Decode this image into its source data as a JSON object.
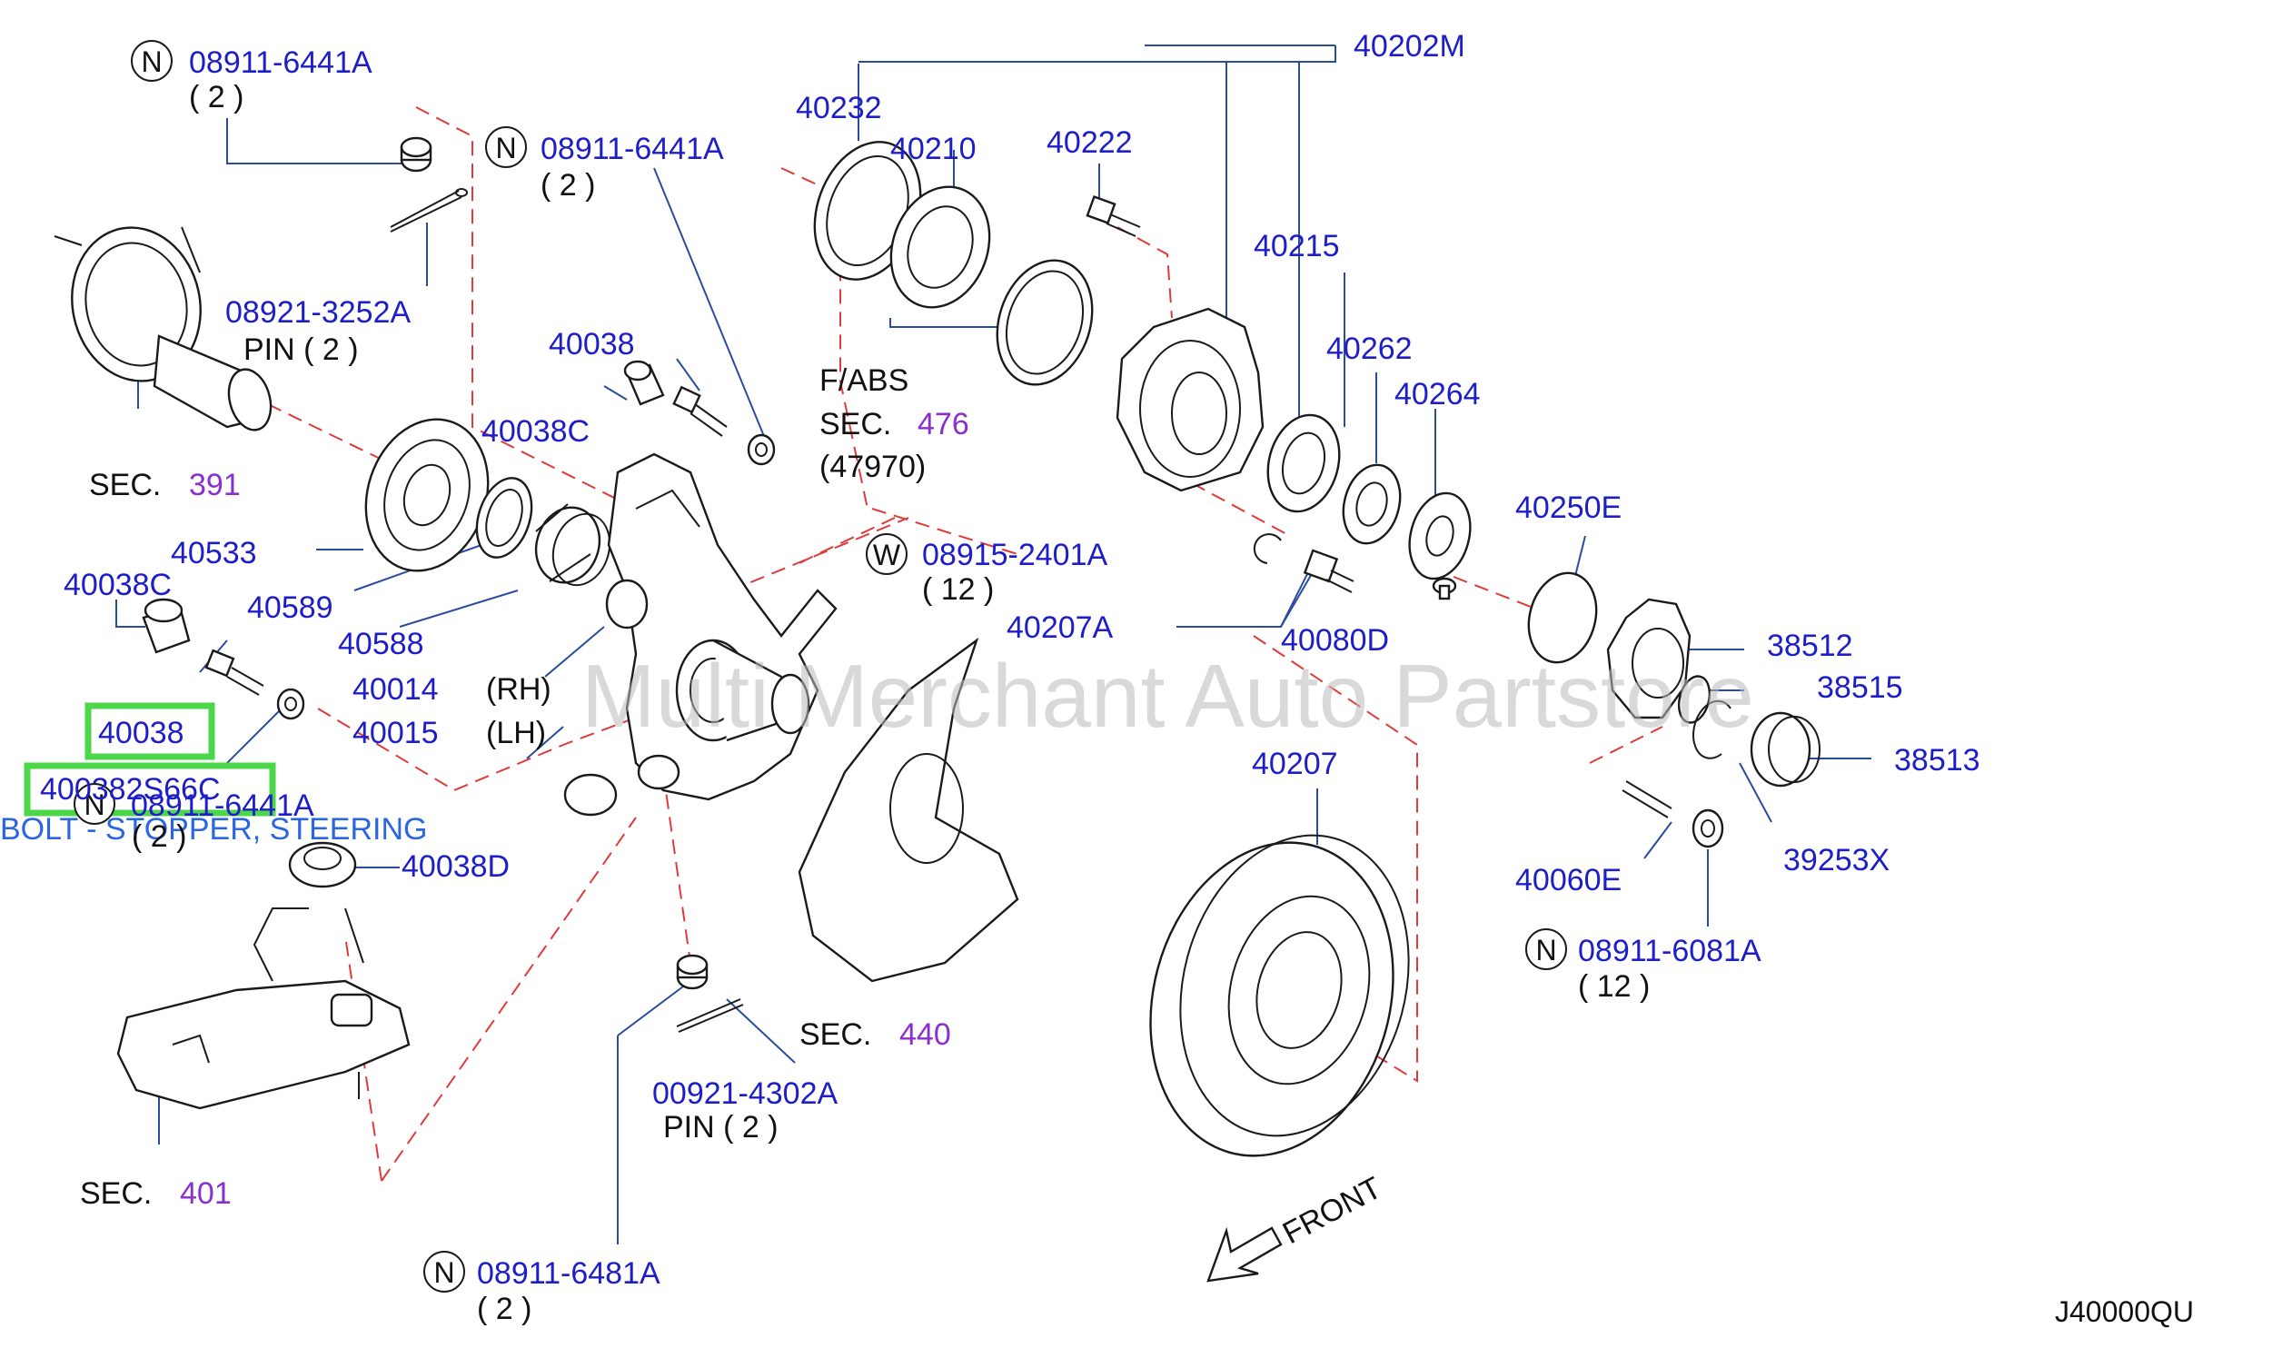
{
  "parts": {
    "p_n_08911_6441a_top": "08911-6441A",
    "p_qty2_a": "( 2 )",
    "p_n_08911_6441a_mid": "08911-6441A",
    "p_qty2_b": "( 2 )",
    "p_08921_3252a": "08921-3252A",
    "p_pin2_a": "PIN  ( 2 )",
    "p_40038_upper": "40038",
    "p_40038c_upper": "40038C",
    "p_40533": "40533",
    "p_40038c_lower": "40038C",
    "p_40589": "40589",
    "p_40588": "40588",
    "p_40014": "40014",
    "p_rh": "(RH)",
    "p_40015": "40015",
    "p_lh": "(LH)",
    "p_40038_hl": "40038",
    "p_400382s66c": "400382S66C",
    "p_n_08911_6441a_low": "08911-6441A",
    "p_qty2_c": "( 2 )",
    "p_40038d": "40038D",
    "p_40232": "40232",
    "p_40210": "40210",
    "p_40222": "40222",
    "p_40202m": "40202M",
    "p_40215": "40215",
    "p_40262": "40262",
    "p_40264": "40264",
    "p_fabs": "F/ABS",
    "p_47970": "(47970)",
    "p_w_08915_2401a": "08915-2401A",
    "p_qty12_a": "( 12 )",
    "p_40207a": "40207A",
    "p_40080d": "40080D",
    "p_40250e": "40250E",
    "p_38512": "38512",
    "p_38515": "38515",
    "p_38513": "38513",
    "p_39253x": "39253X",
    "p_40207": "40207",
    "p_40060e": "40060E",
    "p_n_08911_6081a": "08911-6081A",
    "p_qty12_b": "( 12 )",
    "p_00921_4302a": "00921-4302A",
    "p_pin2_b": "PIN  ( 2 )",
    "p_n_08911_6481a": "08911-6481A",
    "p_qty2_d": "( 2 )"
  },
  "sections": {
    "sec_word": "SEC.",
    "sec_391": "391",
    "sec_476": "476",
    "sec_440": "440",
    "sec_401": "401"
  },
  "badges": {
    "n": "N",
    "w": "W"
  },
  "annotation": {
    "bolt_name": "BOLT - STOPPER, STEERING"
  },
  "front_label": "FRONT",
  "diagram_code": "J40000QU",
  "watermark": "Multi Merchant Auto Partstore",
  "colors": {
    "part_number": "#1e1ec8",
    "section_number": "#8a2fcf",
    "highlight": "#4cd64a",
    "leader": "#2a4c9e",
    "dashed_line": "#e03a3a",
    "annotation": "#2b66e0"
  }
}
